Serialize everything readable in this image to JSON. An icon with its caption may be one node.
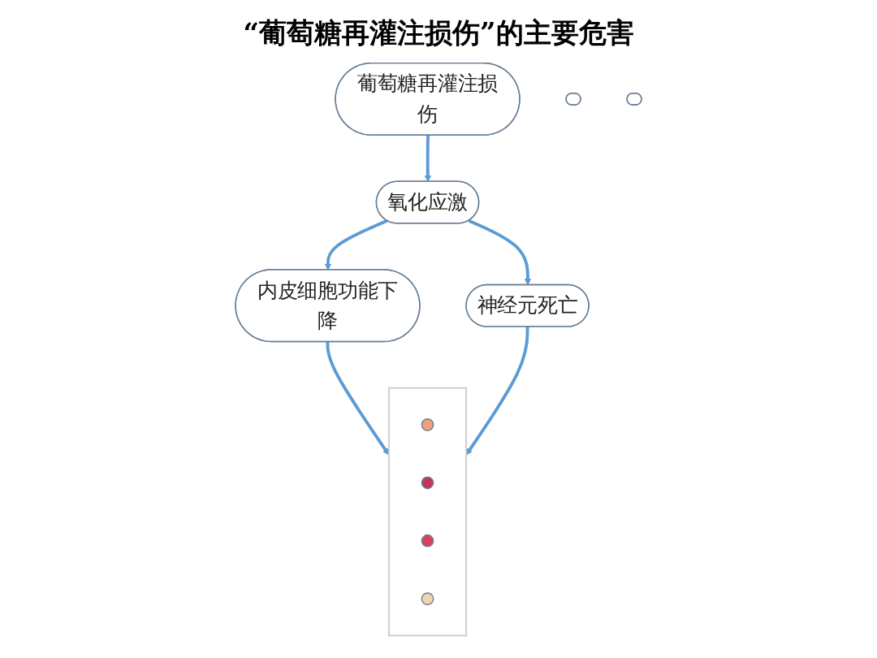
{
  "diagram": {
    "title": "“葡萄糖再灌注损伤”的主要危害",
    "nodes": [
      {
        "text": [
          "葡萄糖再灌注损伤"
        ]
      },
      {
        "text": [],
        "shape": "ellipse"
      },
      {
        "text": [
          "氧化应激"
        ]
      },
      {
        "text": [],
        "shape": "ellipse"
      },
      {
        "text": [
          "内皮细胞功能下降"
        ]
      },
      {
        "text": [
          "神经元死亡"
        ]
      },
      {
        "text": [],
        "shape": "box"
      },
      {
        "text": [],
        "shape": "circle",
        "in": 6
      },
      {
        "text": [],
        "shape": "circle",
        "in": 6
      },
      {
        "text": [],
        "shape": "circle",
        "in": 6
      },
      {
        "text": [],
        "shape": "circle",
        "in": 6
      }
    ],
    "edges": [
      {
        "from": 0,
        "to": 2,
        "arrow": "to"
      },
      {
        "from": 2,
        "to": 4,
        "arrow": "to"
      },
      {
        "from": 2,
        "to": 5,
        "arrow": "to"
      },
      {
        "from": 4,
        "to": 6,
        "arrow": "to"
      },
      {
        "from": 5,
        "to": 6,
        "arrow": "to"
      }
    ]
  }
}
